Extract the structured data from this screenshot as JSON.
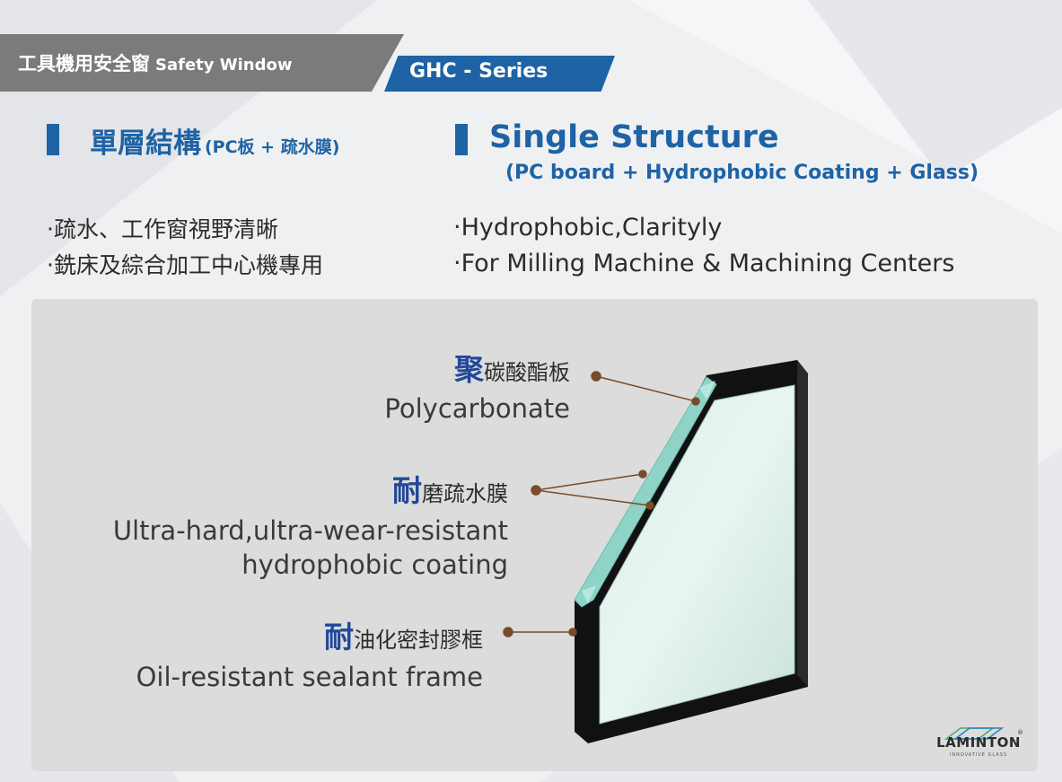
{
  "header": {
    "tag_zh": "工具機用安全窗",
    "tag_en": "Safety Window",
    "series": "GHC - Series"
  },
  "title": {
    "zh": "單層結構",
    "zh_sub": "(PC板 + 疏水膜)",
    "en": "Single Structure",
    "en_sub": "(PC board + Hydrophobic Coating + Glass)"
  },
  "features_zh": [
    "‧疏水、工作窗視野清晰",
    "‧銑床及綜合加工中心機專用"
  ],
  "features_en": [
    "‧Hydrophobic,Clarityly",
    "‧For Milling Machine & Machining Centers"
  ],
  "callouts": {
    "polycarbonate": {
      "zh_highlight": "聚",
      "zh_rest": "碳酸酯板",
      "en": "Polycarbonate"
    },
    "coating": {
      "zh_highlight": "耐",
      "zh_rest": "磨疏水膜",
      "en_line1": "Ultra-hard,ultra-wear-resistant",
      "en_line2": "hydrophobic coating"
    },
    "frame": {
      "zh_highlight": "耐",
      "zh_rest": "油化密封膠框",
      "en": "Oil-resistant sealant frame"
    }
  },
  "logo": {
    "name": "LAMINTON",
    "tagline": "INNOVATIVE GLASS",
    "mark": "®"
  },
  "colors": {
    "accent": "#1e63a5",
    "header_gray": "#7b7b7b",
    "highlight": "#23489a",
    "leader": "#7a4a2a",
    "glass": "#cfe6df",
    "glass_edge": "#8fd3c6",
    "frame": "#111111"
  }
}
